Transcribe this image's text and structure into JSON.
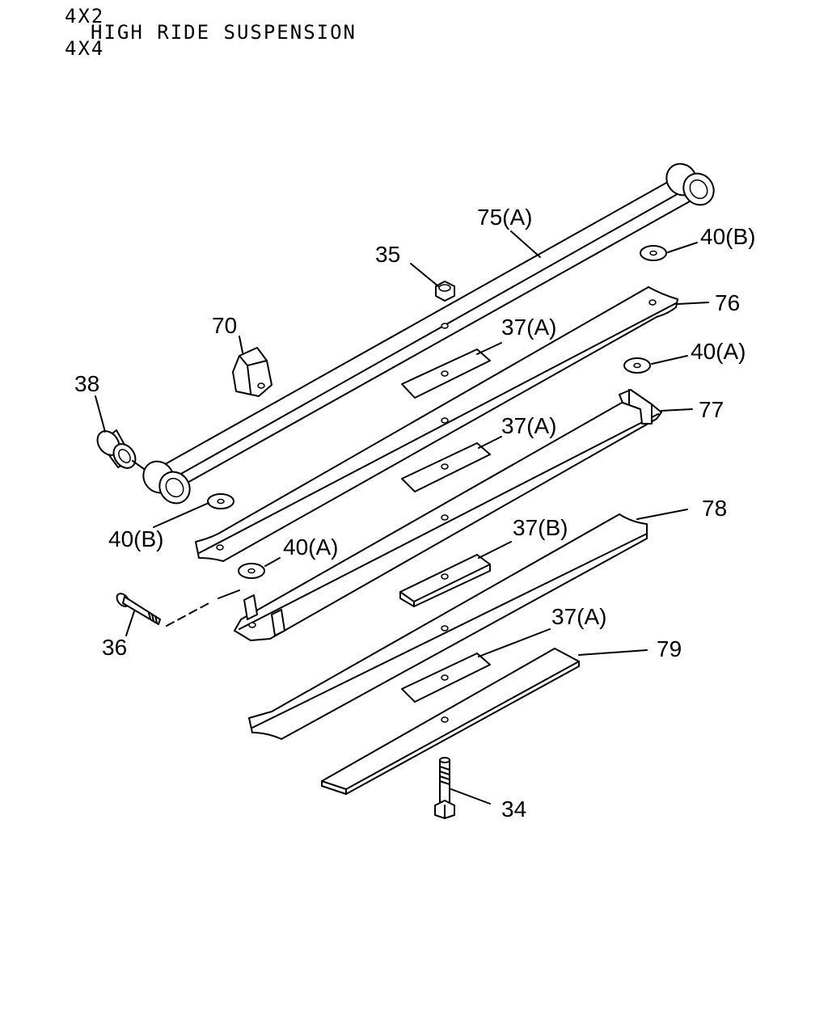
{
  "header": {
    "line1": "4X2",
    "line2": "HIGH RIDE SUSPENSION",
    "line3": "4X4"
  },
  "callouts": {
    "c75a": "75(A)",
    "c35": "35",
    "c40b_top": "40(B)",
    "c76": "76",
    "c70": "70",
    "c37a_1": "37(A)",
    "c40a_top": "40(A)",
    "c38": "38",
    "c77": "77",
    "c37a_2": "37(A)",
    "c78": "78",
    "c40b_bot": "40(B)",
    "c40a_bot": "40(A)",
    "c37b": "37(B)",
    "c36": "36",
    "c37a_3": "37(A)",
    "c79": "79",
    "c34": "34"
  }
}
